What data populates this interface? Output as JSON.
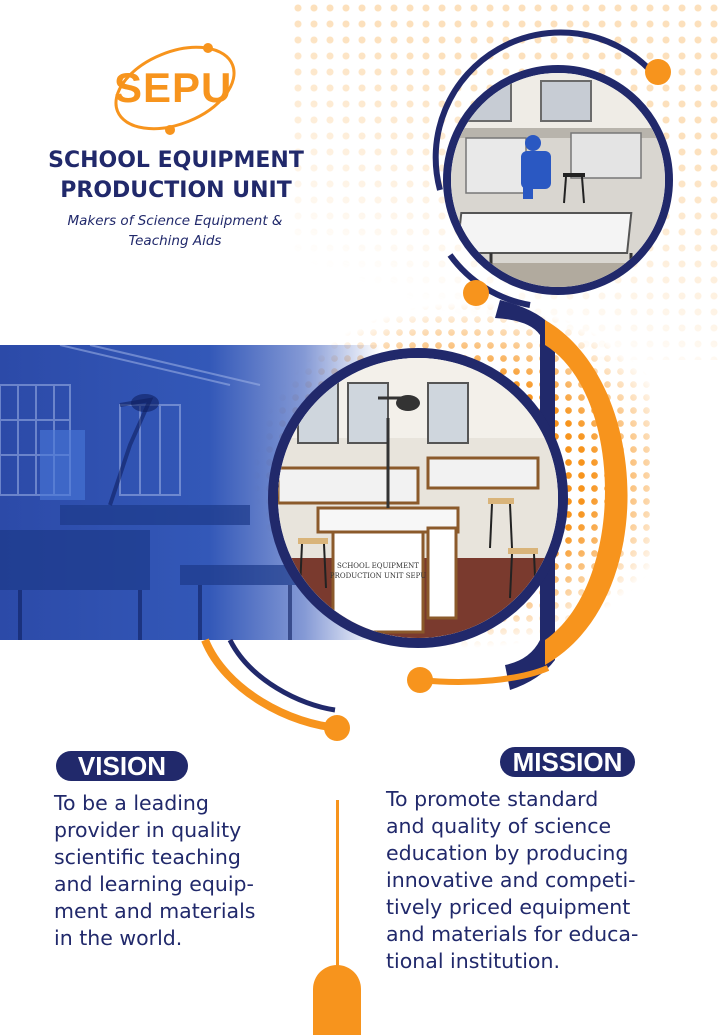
{
  "brand": {
    "logo_text": "SEPU",
    "title_line1": "SCHOOL EQUIPMENT",
    "title_line2": "PRODUCTION UNIT",
    "tagline_line1": "Makers of Science Equipment &",
    "tagline_line2": "Teaching Aids"
  },
  "colors": {
    "navy": "#21296b",
    "orange": "#f7941d",
    "band_blue": "#3358b8"
  },
  "photos": {
    "top": {
      "subject": "workshop worker at lab bench"
    },
    "middle": {
      "subject": "science laboratory with benches and stools",
      "bench_sign": "SCHOOL EQUIPMENT PRODUCTION UNIT SEPU"
    }
  },
  "vision": {
    "label": "VISION",
    "text": "To be a leading\nprovider in quality\nscientific teaching\nand learning equip-\nment and materials\nin the world."
  },
  "mission": {
    "label": "MISSION",
    "text": "To promote standard\nand quality of science\neducation by producing\ninnovative and competi-\ntively priced equipment\nand materials for educa-\ntional institution."
  }
}
